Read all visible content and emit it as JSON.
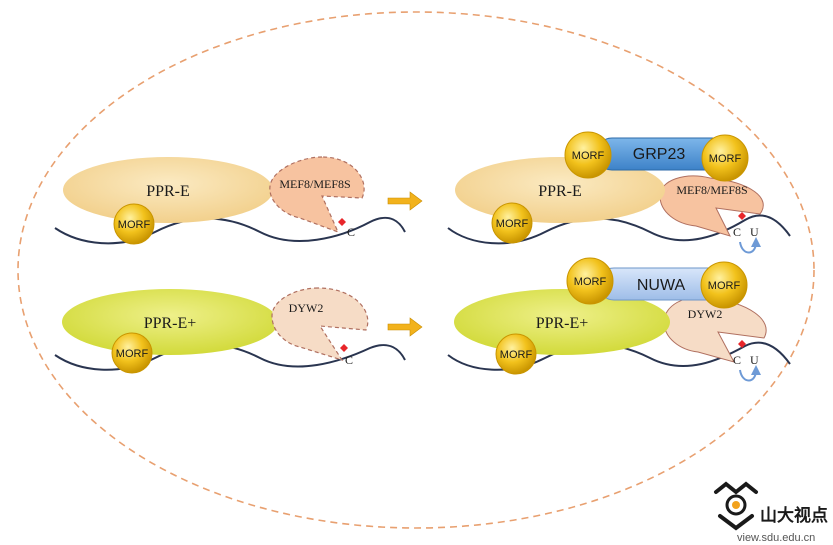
{
  "top_left": {
    "protein": "PPR-E",
    "cofactor": "MORF",
    "enzyme": "MEF8/MEF8S",
    "base": "C"
  },
  "top_right": {
    "protein": "PPR-E",
    "cofactor": "MORF",
    "bridge": "GRP23",
    "bridge_left": "MORF",
    "bridge_right": "MORF",
    "enzyme": "MEF8/MEF8S",
    "base_from": "C",
    "base_to": "U"
  },
  "bottom_left": {
    "protein": "PPR-E+",
    "cofactor": "MORF",
    "enzyme": "DYW2",
    "base": "C"
  },
  "bottom_right": {
    "protein": "PPR-E+",
    "cofactor": "MORF",
    "bridge": "NUWA",
    "bridge_left": "MORF",
    "bridge_right": "MORF",
    "enzyme": "DYW2",
    "base_from": "C",
    "base_to": "U"
  },
  "watermark": {
    "name": "山大视点",
    "url": "view.sdu.edu.cn"
  },
  "colors": {
    "border": "#e8a070",
    "ppr_e": "#f7dca0",
    "ppr_e_plus": "#dde45a",
    "morf": "#f2c21c",
    "mef8": "#f7c3a0",
    "dyw2": "#f6dcc6",
    "grp23": "#4f96d8",
    "nuwa": "#b4cdf0",
    "arrow": "#f2b21c",
    "rna": "#2a3550",
    "base_mark": "#e8262a"
  }
}
